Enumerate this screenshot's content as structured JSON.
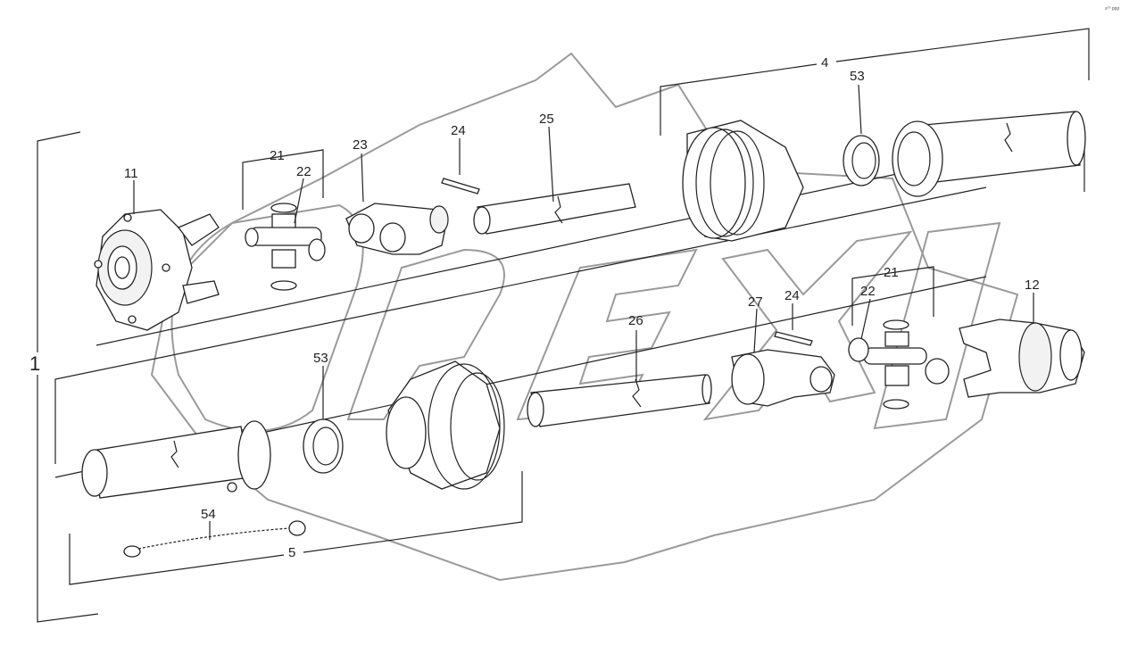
{
  "corner_text": "s⁰⁰ ppp",
  "labels": {
    "l1": "1",
    "l4": "4",
    "l5": "5",
    "l11": "11",
    "l12": "12",
    "l21a": "21",
    "l21b": "21",
    "l22a": "22",
    "l22b": "22",
    "l23": "23",
    "l24a": "24",
    "l24b": "24",
    "l25": "25",
    "l26": "26",
    "l27": "27",
    "l53a": "53",
    "l53b": "53",
    "l54": "54"
  }
}
